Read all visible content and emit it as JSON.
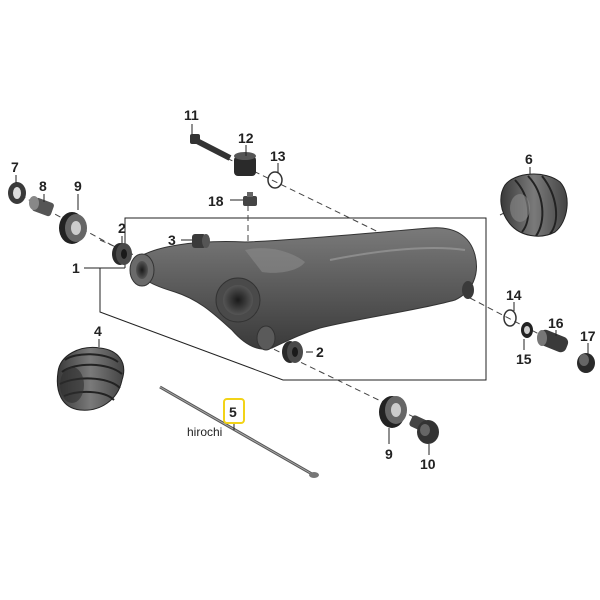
{
  "diagram": {
    "callouts": {
      "c1": "1",
      "c2a": "2",
      "c2b": "2",
      "c3": "3",
      "c4": "4",
      "c5": "5",
      "c6": "6",
      "c7": "7",
      "c8": "8",
      "c9a": "9",
      "c9b": "9",
      "c10": "10",
      "c11": "11",
      "c12": "12",
      "c13": "13",
      "c14": "14",
      "c15": "15",
      "c16": "16",
      "c17": "17",
      "c18": "18"
    },
    "highlight_color": "#f2d318",
    "watermark": "hirochi"
  }
}
